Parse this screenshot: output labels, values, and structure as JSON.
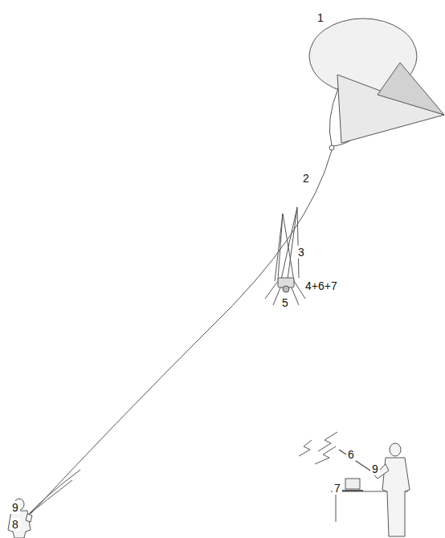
{
  "diagram": {
    "labels": [
      "1",
      "2",
      "3",
      "4+6+7",
      "5",
      "9",
      "8",
      "6",
      "9",
      "7"
    ]
  }
}
